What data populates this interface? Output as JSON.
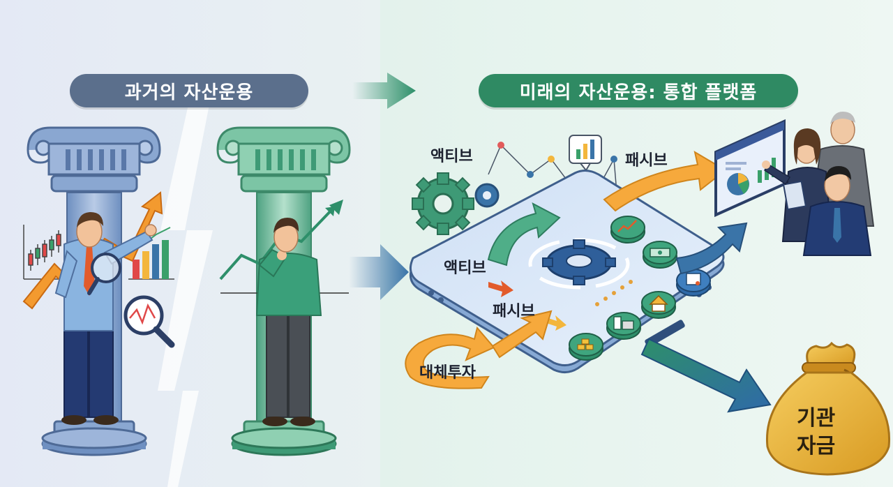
{
  "banners": {
    "past": "과거의 자산운용",
    "future": "미래의 자산운용: 통합 플랫폼"
  },
  "labels": {
    "active_top": "액티브",
    "passive_top": "패시브",
    "active_mid": "액티브",
    "passive_mid": "패시브",
    "alternative": "대체투자",
    "bag_line1": "기관",
    "bag_line2": "자금"
  },
  "colors": {
    "past_banner": "#5b6f8c",
    "future_banner": "#2f8a63",
    "orange_arrow": "#f6a93c",
    "blue_arrow": "#3a74a8",
    "green_arrow": "#2e8f6a",
    "pillar_blue": "#7f9fca",
    "pillar_green": "#5fb392",
    "platform": "#a9c4e6",
    "gold_bag": "#e8b339"
  },
  "icons": [
    "ionic-column-icon",
    "businessman-icon",
    "magnifier-icon",
    "candlestick-chart-icon",
    "bar-chart-icon",
    "trend-arrow-icon",
    "gear-icon",
    "platform-icon",
    "dashboard-screen-icon",
    "pie-chart-icon",
    "money-bag-icon",
    "house-icon",
    "factory-icon",
    "gold-bars-icon",
    "certificate-icon",
    "banknote-icon"
  ]
}
